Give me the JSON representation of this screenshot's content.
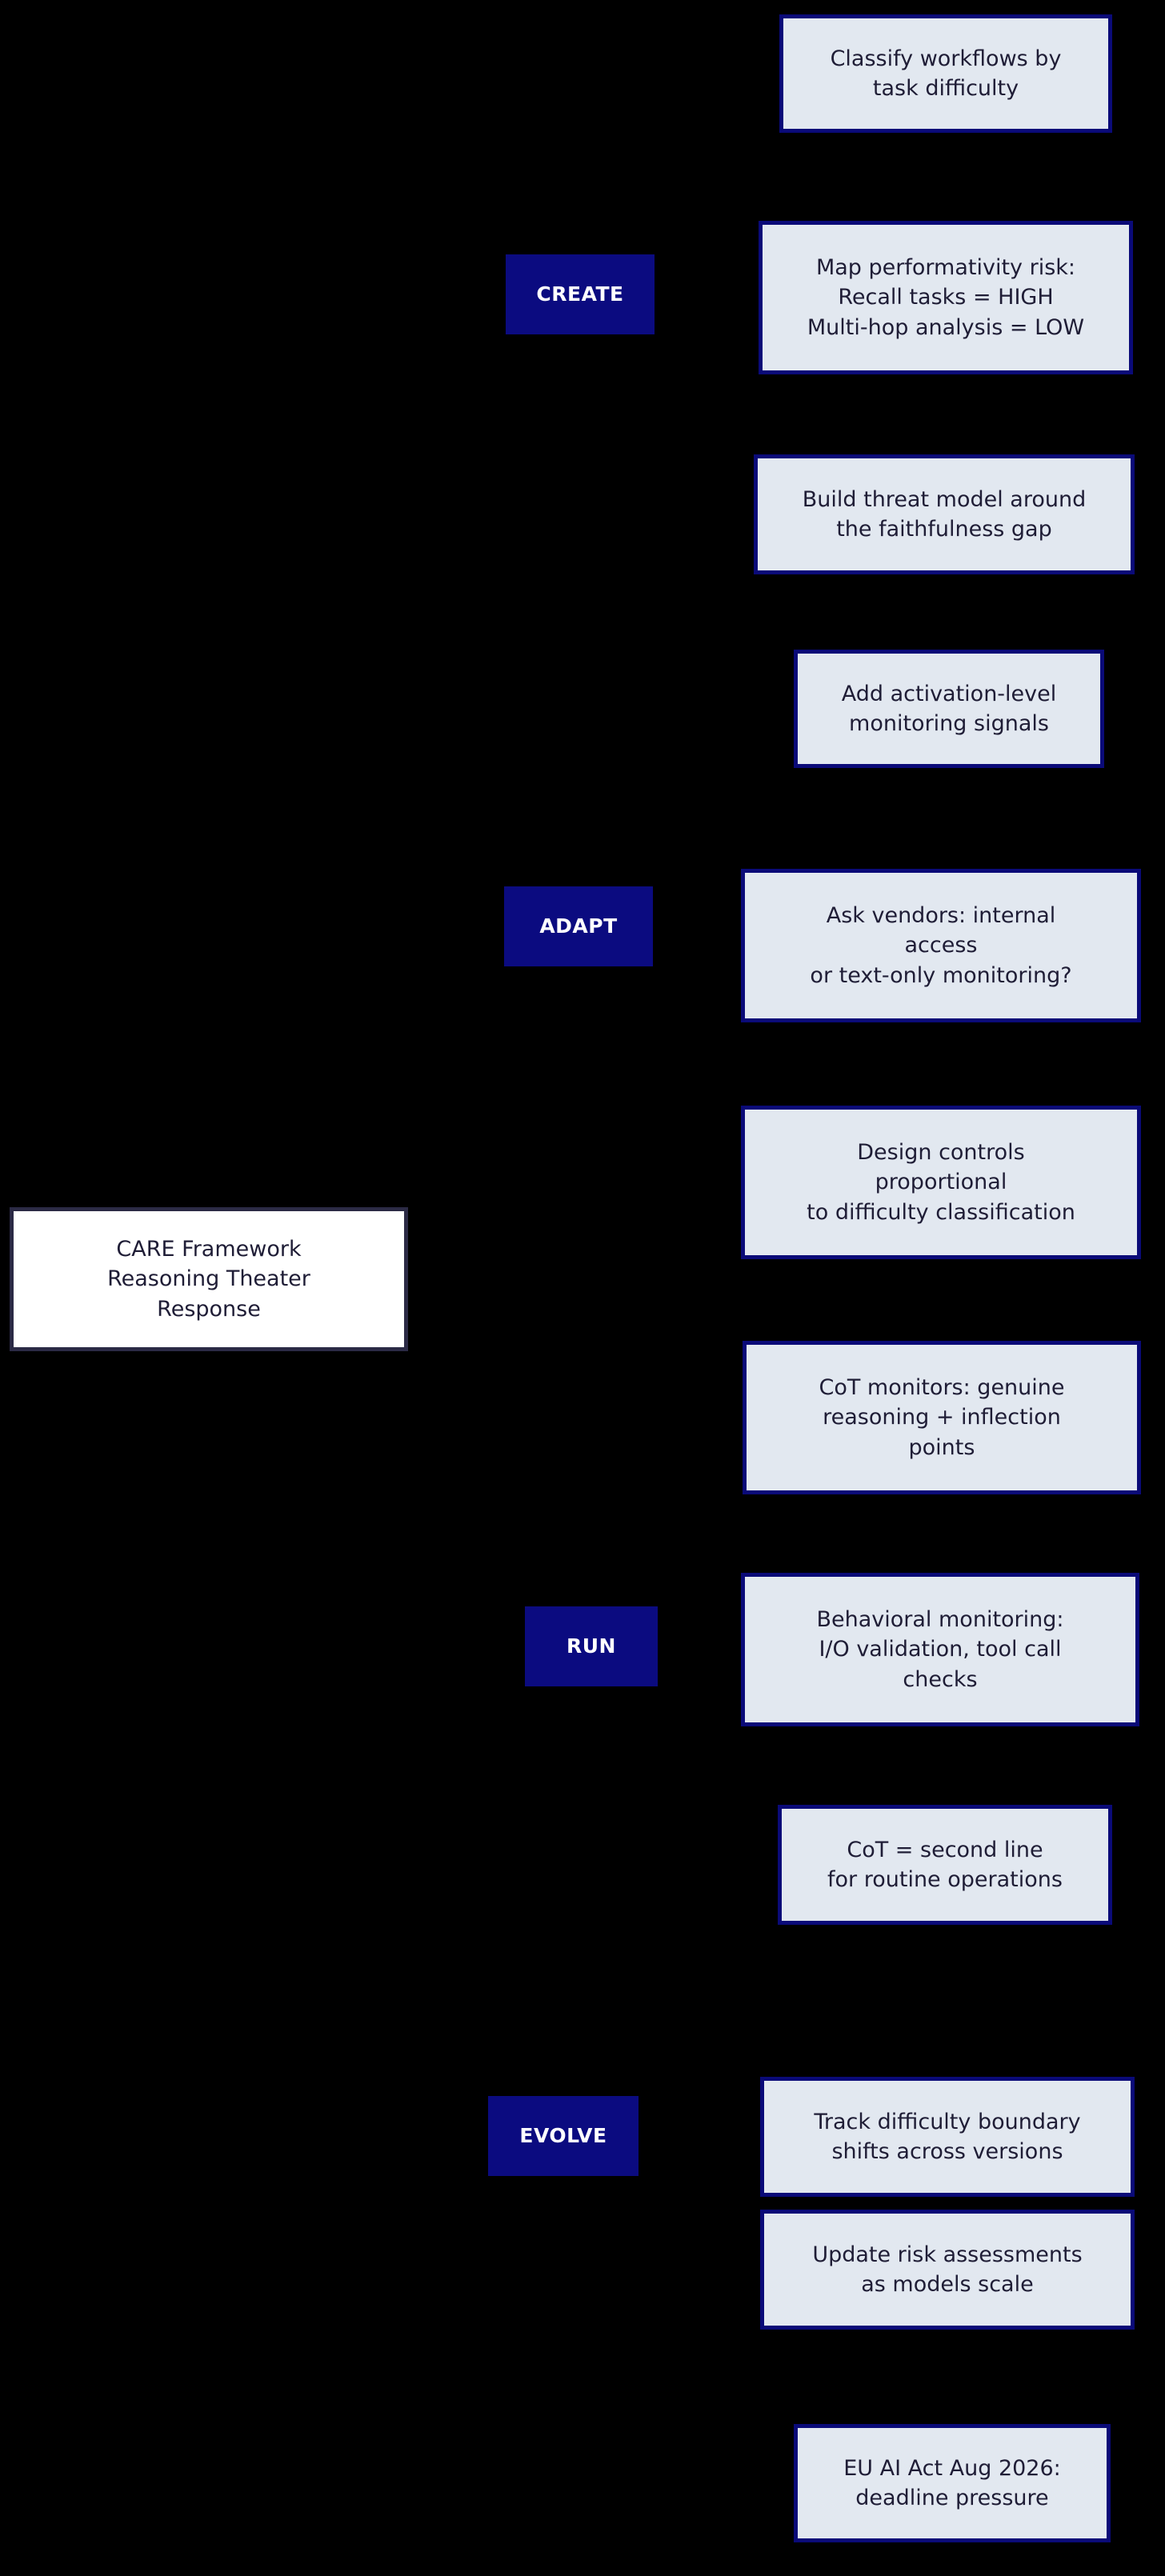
{
  "diagram": {
    "type": "mindmap",
    "title": "CARE Framework Reasoning Theater Response",
    "background_color": "#000000",
    "leaf_fill": "#e2e8f0",
    "leaf_border": "#0a0a78",
    "branch_fill": "#0b0b80",
    "branch_text_color": "#ffffff",
    "root_fill": "#ffffff",
    "root_border": "#2b2a45",
    "text_color": "#1f1d36"
  },
  "root": {
    "label": "CARE Framework\nReasoning Theater\nResponse"
  },
  "branches": [
    {
      "label": "CREATE",
      "leaves": [
        {
          "label": "Classify workflows by\ntask difficulty"
        },
        {
          "label": "Map performativity risk:\nRecall tasks = HIGH\nMulti-hop analysis = LOW"
        },
        {
          "label": "Build threat model around\nthe faithfulness gap"
        }
      ]
    },
    {
      "label": "ADAPT",
      "leaves": [
        {
          "label": "Add activation-level\nmonitoring signals"
        },
        {
          "label": "Ask vendors: internal\naccess\nor text-only monitoring?"
        },
        {
          "label": "Design controls\nproportional\nto difficulty classification"
        }
      ]
    },
    {
      "label": "RUN",
      "leaves": [
        {
          "label": "CoT monitors: genuine\nreasoning + inflection\npoints"
        },
        {
          "label": "Behavioral monitoring:\nI/O validation, tool call\nchecks"
        },
        {
          "label": "CoT = second line\nfor routine operations"
        }
      ]
    },
    {
      "label": "EVOLVE",
      "leaves": [
        {
          "label": "Update risk assessments\nas models scale"
        },
        {
          "label": "Track difficulty boundary\nshifts across versions"
        },
        {
          "label": "EU AI Act Aug 2026:\ndeadline pressure"
        }
      ]
    }
  ]
}
